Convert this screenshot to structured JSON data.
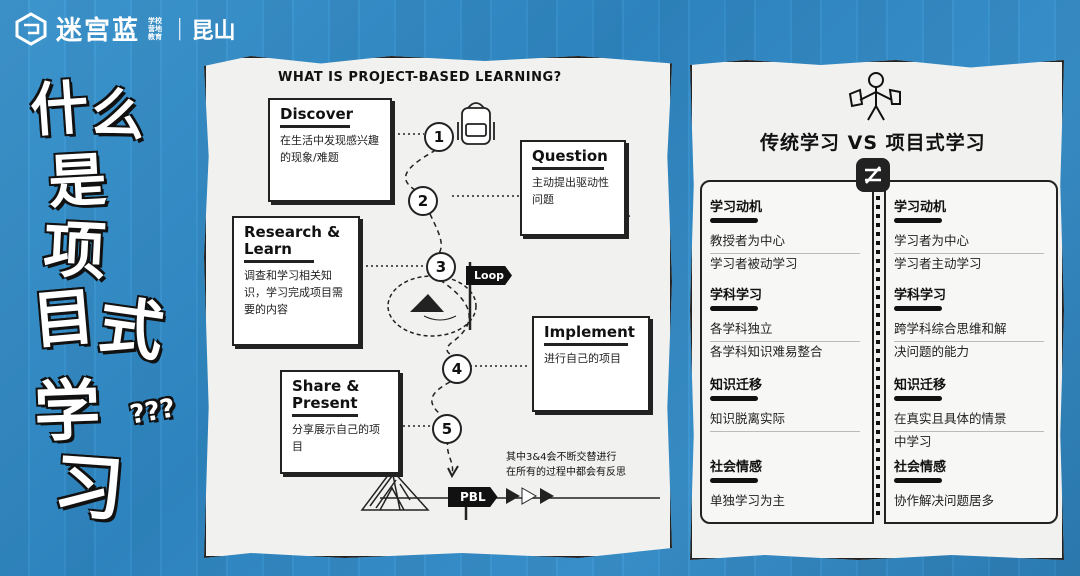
{
  "brand": {
    "logo_text": "迷宫蓝",
    "logo_small": "学校营地教育",
    "city": "昆山"
  },
  "big_title": [
    "什",
    "么",
    "是",
    "项",
    "目",
    "式",
    "学",
    "习"
  ],
  "question_marks": "???",
  "left_panel": {
    "heading": "WHAT IS PROJECT-BASED LEARNING?",
    "steps": [
      {
        "title": "Discover",
        "desc": "在生活中发现感兴趣的现象/难题",
        "num": "1"
      },
      {
        "title": "Question",
        "desc": "主动提出驱动性问题",
        "num": "2"
      },
      {
        "title": "Research & Learn",
        "desc": "调查和学习相关知识，学习完成项目需要的内容",
        "num": "3"
      },
      {
        "title": "Implement",
        "desc": "进行自己的项目",
        "num": "4"
      },
      {
        "title": "Share & Present",
        "desc": "分享展示自己的项目",
        "num": "5"
      }
    ],
    "loop_label": "Loop",
    "pbl_label": "PBL",
    "note_line1": "其中3&4会不断交替进行",
    "note_line2": "在所有的过程中都会有反思"
  },
  "right_panel": {
    "title": "传统学习  VS  项目式学习",
    "traditional": [
      {
        "head": "学习动机",
        "text": [
          "教授者为中心",
          "学习者被动学习"
        ]
      },
      {
        "head": "学科学习",
        "text": [
          "各学科独立",
          "各学科知识难易整合"
        ]
      },
      {
        "head": "知识迁移",
        "text": [
          "知识脱离实际"
        ]
      },
      {
        "head": "社会情感",
        "text": [
          "单独学习为主"
        ]
      }
    ],
    "project": [
      {
        "head": "学习动机",
        "text": [
          "学习者为中心",
          "学习者主动学习"
        ]
      },
      {
        "head": "学科学习",
        "text": [
          "跨学科综合思维和解",
          "决问题的能力"
        ]
      },
      {
        "head": "知识迁移",
        "text": [
          "在真实且具体的情景",
          "中学习"
        ]
      },
      {
        "head": "社会情感",
        "text": [
          "协作解决问题居多"
        ]
      }
    ]
  },
  "colors": {
    "bg": "#3a93cf",
    "panel": "#f1f1ef",
    "ink": "#111111"
  }
}
